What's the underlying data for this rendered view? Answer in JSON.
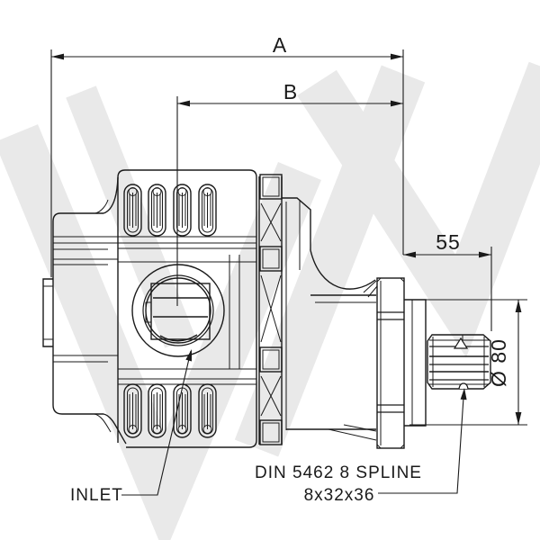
{
  "drawing": {
    "description": "gear pump side view technical drawing",
    "background_color": "#ffffff",
    "line_color": "#1a1a1a",
    "watermark_color": "#e9e9e9",
    "dimensions": {
      "overall_length": {
        "label": "A"
      },
      "body_length": {
        "label": "B"
      },
      "shaft_extension": {
        "label": "55"
      },
      "hub_diameter": {
        "label": "Ø 80"
      }
    },
    "callouts": {
      "inlet": {
        "label": "INLET"
      },
      "spline": {
        "line1": "DIN 5462 8 SPLINE",
        "line2": "8x32x36"
      }
    }
  }
}
